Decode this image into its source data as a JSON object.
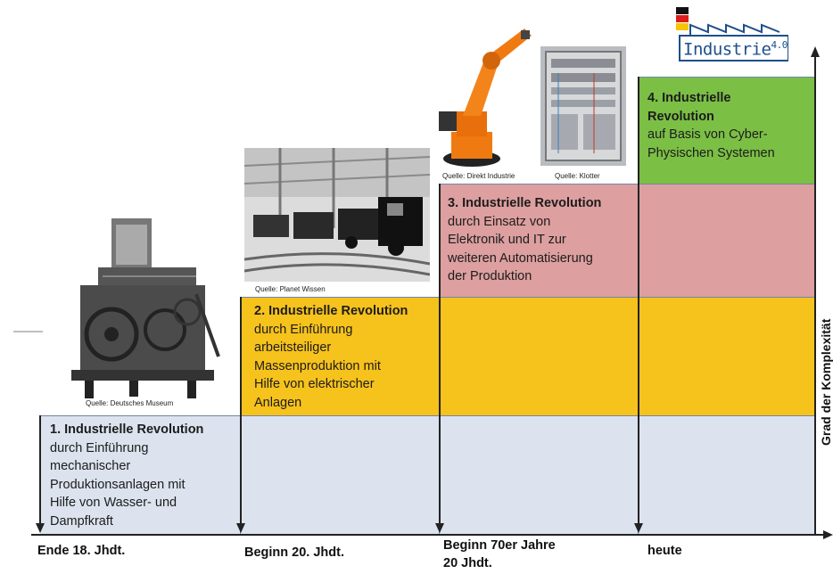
{
  "stages": [
    {
      "heading": "1. Industrielle Revolution",
      "lines": [
        "durch Einführung",
        "mechanischer",
        "Produktionsanlagen mit",
        "Hilfe von Wasser- und",
        "Dampfkraft"
      ],
      "color": "#dce3ee"
    },
    {
      "heading": "2. Industrielle Revolution",
      "lines": [
        "durch Einführung",
        "arbeitsteiliger",
        "Massenproduktion mit",
        "Hilfe von elektrischer",
        "Anlagen"
      ],
      "color": "#f6c21c"
    },
    {
      "heading": "3. Industrielle Revolution",
      "lines": [
        "durch Einsatz von",
        "Elektronik und IT zur",
        "weiteren Automatisierung",
        "der Produktion"
      ],
      "color": "#dd9f9f"
    },
    {
      "heading": "4. Industrielle Revolution",
      "lines": [
        "auf Basis von Cyber-",
        "Physischen Systemen"
      ],
      "color": "#7bbf45"
    }
  ],
  "axis": {
    "x_labels": [
      "Ende 18. Jhdt.",
      "Beginn 20. Jhdt.",
      "Beginn 70er Jahre",
      "20 Jhdt.",
      "heute"
    ],
    "y_label": "Grad der Komplexität"
  },
  "sources": {
    "loom": "Quelle: Deutsches Museum",
    "factory": "Quelle: Planet Wissen",
    "robot": "Quelle: Direkt Industrie",
    "cabinet": "Quelle: Klotter"
  },
  "logo": {
    "text": "Industrie",
    "superscript": "4.0"
  }
}
